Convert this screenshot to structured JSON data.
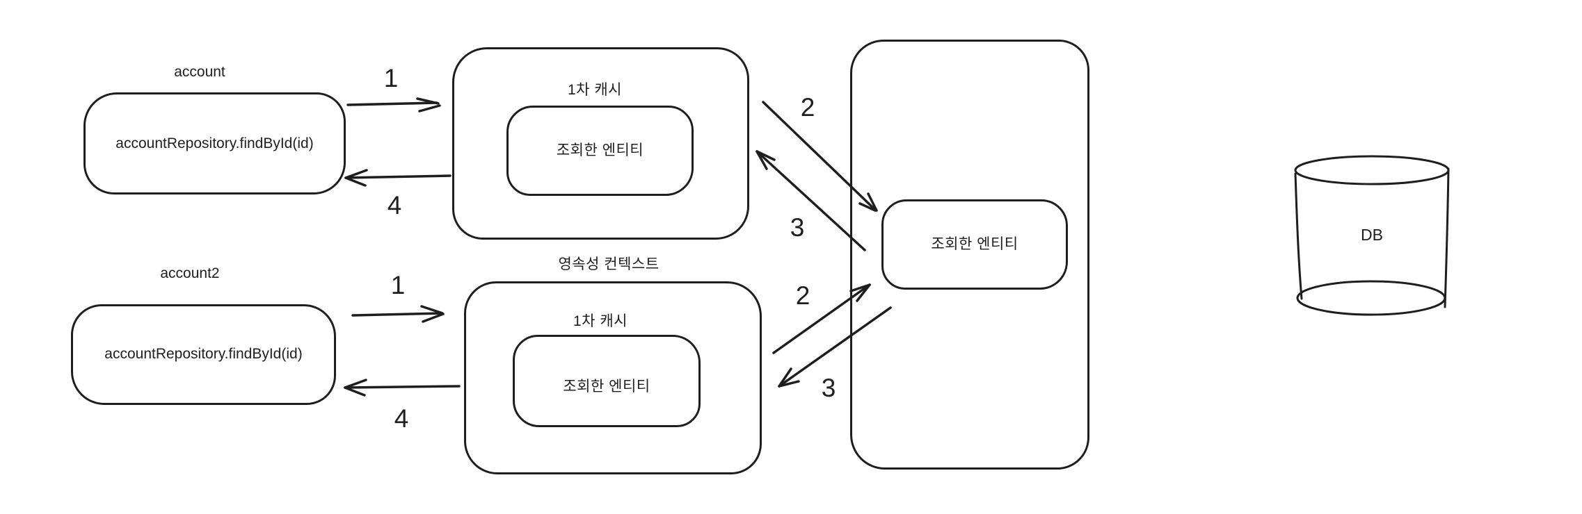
{
  "diagram": {
    "background": "#ffffff",
    "ink": "#1e1e1e",
    "actor1": {
      "title": "account",
      "body": "accountRepository.findById(id)"
    },
    "actor2": {
      "title": "account2",
      "body": "accountRepository.findById(id)"
    },
    "context_label": "영속성 컨텍스트",
    "cache1": {
      "title": "1차 캐시",
      "entity": "조회한 엔티티"
    },
    "cache2": {
      "title": "1차 캐시",
      "entity": "조회한 엔티티"
    },
    "shared_entity": "조회한 엔티티",
    "db_label": "DB",
    "steps": {
      "top": {
        "s1": "1",
        "s2": "2",
        "s3": "3",
        "s4": "4"
      },
      "bottom": {
        "s1": "1",
        "s2": "2",
        "s3": "3",
        "s4": "4"
      }
    }
  }
}
